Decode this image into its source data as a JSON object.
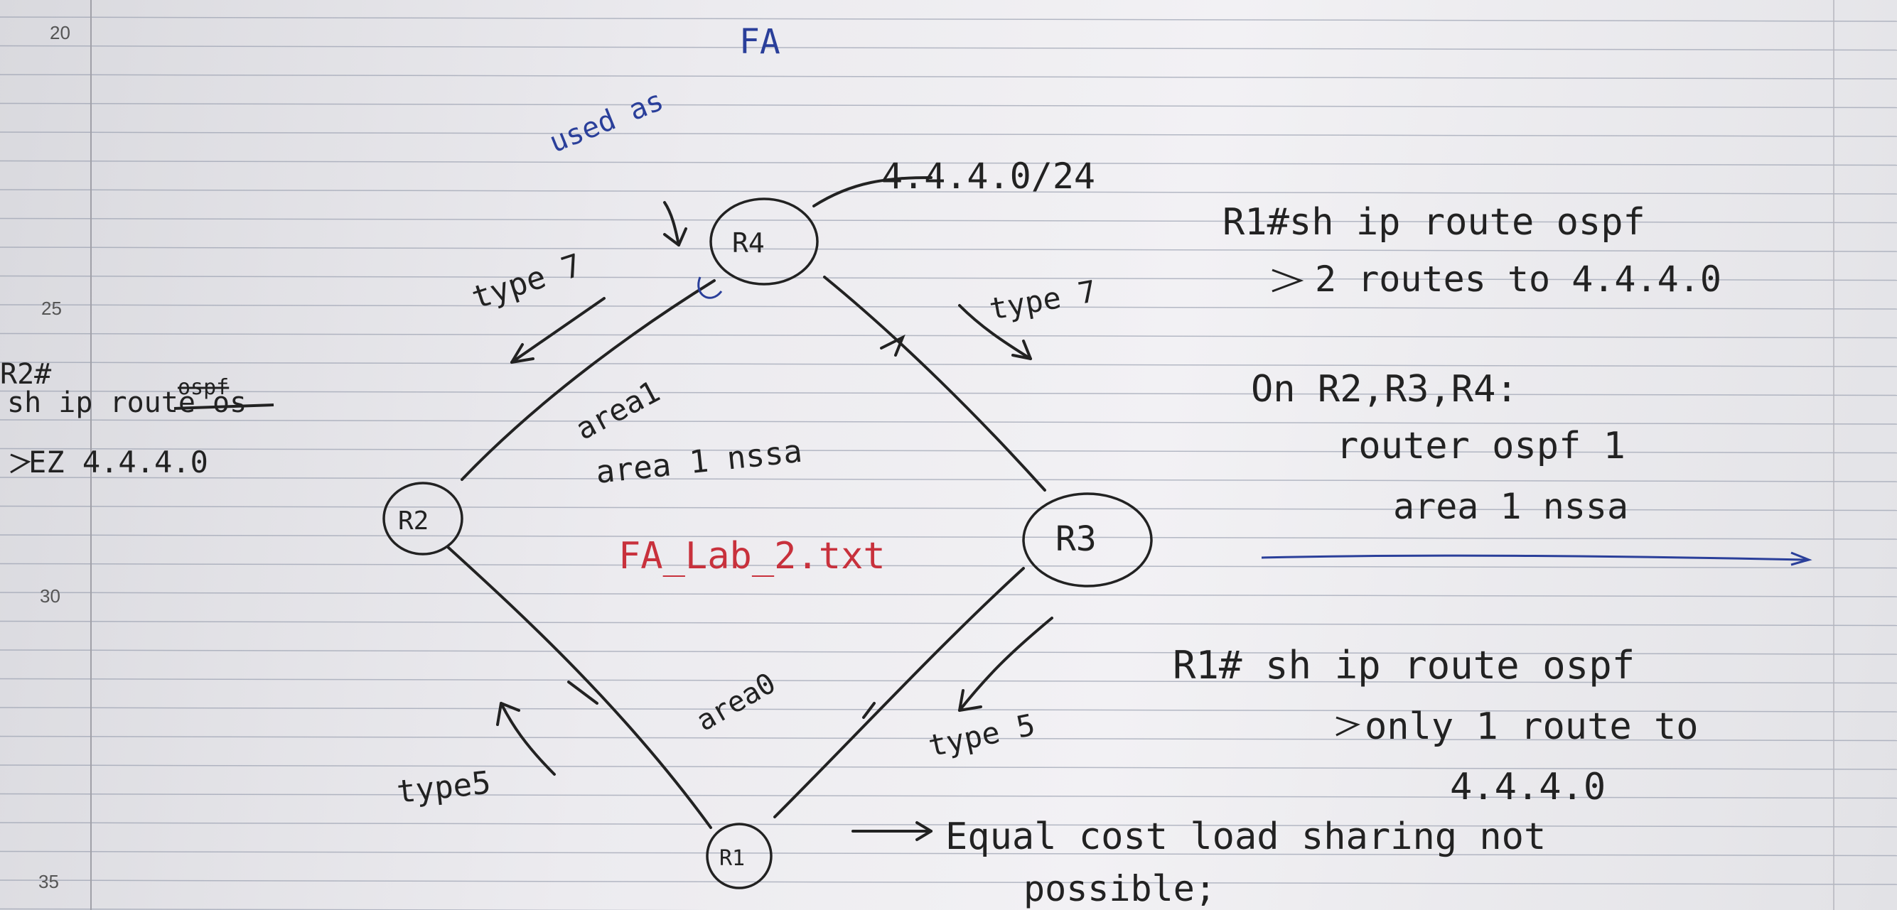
{
  "notebook": {
    "line_numbers": [
      "20",
      "25",
      "30",
      "35"
    ]
  },
  "diagram": {
    "routers": [
      {
        "id": "r4",
        "label": "R4"
      },
      {
        "id": "r2",
        "label": "R2"
      },
      {
        "id": "r3",
        "label": "R3"
      },
      {
        "id": "r1",
        "label": "R1"
      }
    ],
    "top_annotation_1": "used as",
    "top_annotation_2": "FA",
    "r4_network": "4.4.4.0/24",
    "lsa_type7_left": "type 7",
    "lsa_type7_right": "type 7",
    "lsa_type5_left": "type5",
    "lsa_type5_right": "type 5",
    "area1_label": "area1",
    "area1_nssa": "area 1 nssa",
    "area0_label": "area0",
    "lab_file": "FA_Lab_2.txt",
    "r2_cmd": "R2#",
    "r2_cmd_2": "sh ip route os",
    "r2_cmd_struck": "ospf",
    "r2_result": "EZ 4.4.4.0"
  },
  "notes": {
    "cmd1": "R1#sh ip route ospf",
    "cmd1_result": "2 routes to 4.4.4.0",
    "config_title": "On R2,R3,R4:",
    "config_line1": "router ospf 1",
    "config_line2": "area 1 nssa",
    "cmd2": "R1# sh ip route ospf",
    "cmd2_result_1": "only 1 route to",
    "cmd2_result_2": "4.4.4.0",
    "conclusion_1": "Equal cost load sharing not",
    "conclusion_2": "possible;"
  },
  "colors": {
    "ink": "#222222",
    "blue_ink": "#2a3f9a",
    "red_ink": "#c8313c",
    "rule_line": "#9aa0b0",
    "margin_line": "#a0a0a8"
  }
}
